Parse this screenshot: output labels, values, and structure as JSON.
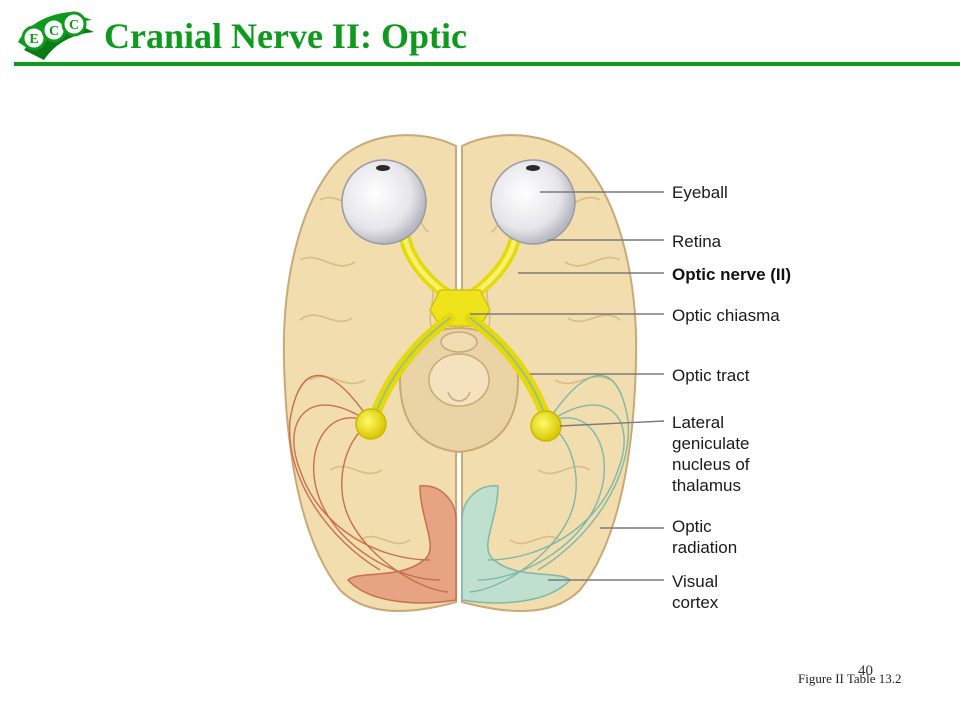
{
  "slide": {
    "logo_text": "ECC",
    "title": "Cranial Nerve II: Optic",
    "page_number": "40",
    "figure_caption": "Figure II Table 13.2"
  },
  "labels": {
    "eyeball": "Eyeball",
    "retina": "Retina",
    "optic_nerve": "Optic nerve (II)",
    "optic_chiasma": "Optic chiasma",
    "optic_tract": "Optic tract",
    "lgn_line1": "Lateral",
    "lgn_line2": "geniculate",
    "lgn_line3": "nucleus of",
    "lgn_line4": "thalamus",
    "radiation_line1": "Optic",
    "radiation_line2": "radiation",
    "cortex_line1": "Visual",
    "cortex_line2": "cortex"
  },
  "colors": {
    "brand_green": "#0f9a1f",
    "brain": "#f2ddae",
    "nerve_yellow": "#f2ea1a",
    "left_visual_pathway": "#c8704e",
    "right_visual_pathway": "#7fb8a8"
  }
}
